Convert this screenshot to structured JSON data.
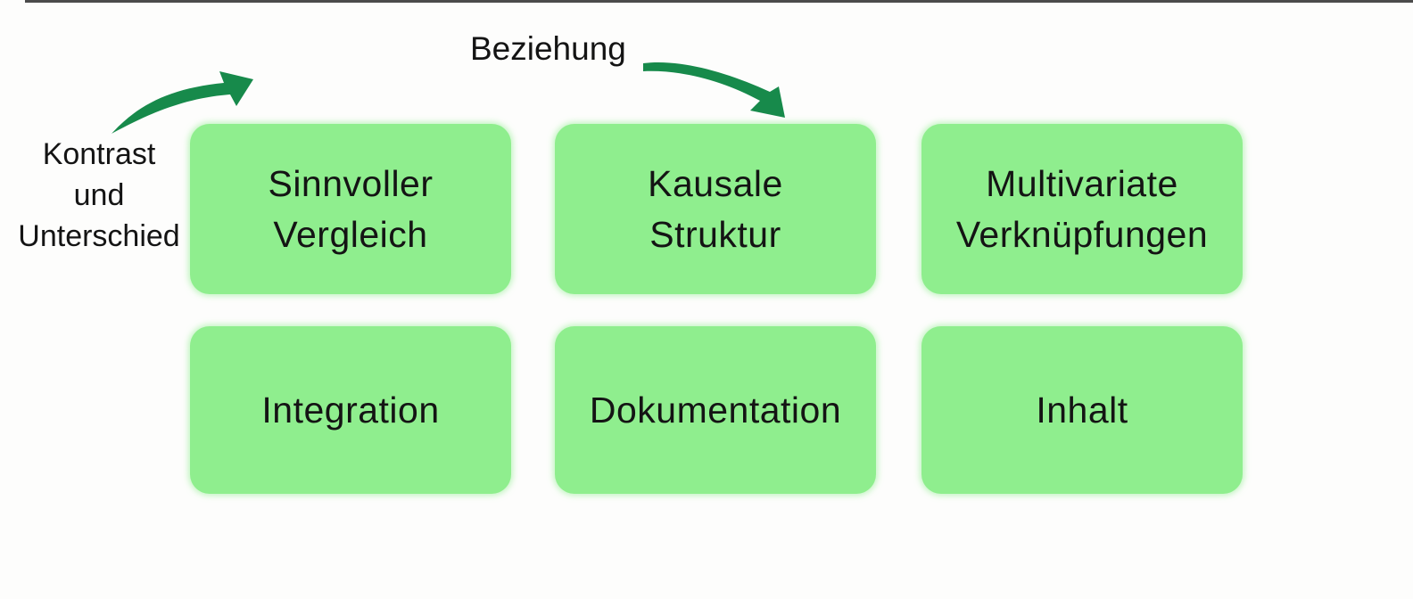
{
  "colors": {
    "background": "#fdfdfc",
    "box_fill": "#8fee8e",
    "arrow_green": "#178a4b",
    "text_black": "#141414",
    "top_line": "#2b2b2b"
  },
  "boxes": [
    {
      "label": "Sinnvoller\nVergleich"
    },
    {
      "label": "Kausale\nStruktur"
    },
    {
      "label": "Multivariate\nVerknüpfungen"
    },
    {
      "label": "Integration"
    },
    {
      "label": "Dokumentation"
    },
    {
      "label": "Inhalt"
    }
  ],
  "annotations": {
    "kontrast": {
      "label": "Kontrast\nund\nUnterschied"
    },
    "beziehung": {
      "label": "Beziehung"
    }
  }
}
